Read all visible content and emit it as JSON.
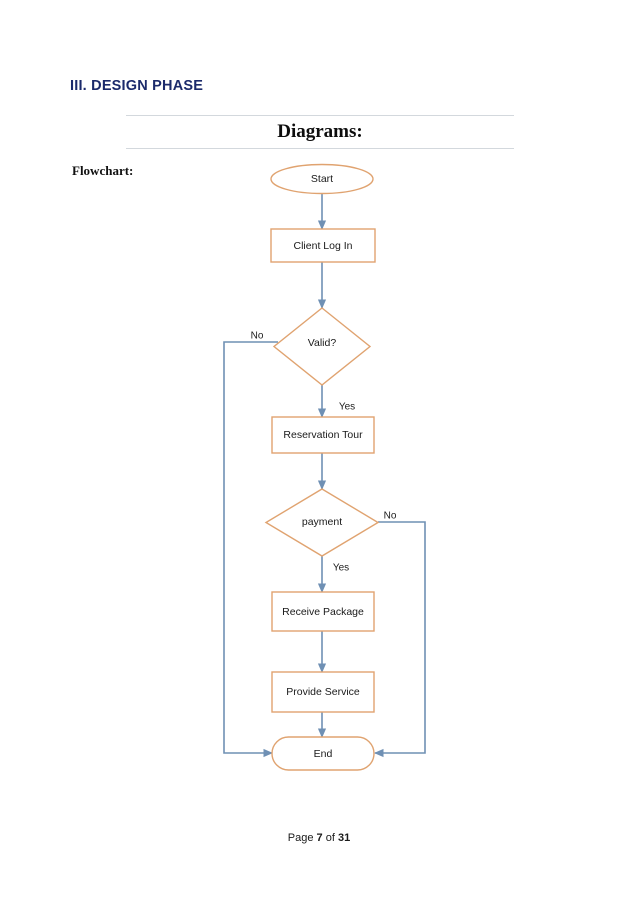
{
  "document": {
    "section_heading": "III. DESIGN PHASE",
    "banner_title": "Diagrams:",
    "figure_label": "Flowchart:",
    "footer": {
      "prefix": "Page ",
      "current_page": "7",
      "middle": " of ",
      "total_pages": "31"
    }
  },
  "colors": {
    "heading": "#1b2a6b",
    "shape_border": "#e0a370",
    "shape_fill": "#ffffff",
    "connector": "#6f90b4",
    "rule": "#d3d8dd",
    "text": "#1a1a1a"
  },
  "flowchart": {
    "title": "Flowchart",
    "nodes": [
      {
        "id": "start",
        "label": "Start",
        "shape": "ellipse"
      },
      {
        "id": "client-login",
        "label": "Client Log In",
        "shape": "rectangle"
      },
      {
        "id": "valid",
        "label": "Valid?",
        "shape": "diamond"
      },
      {
        "id": "reservation",
        "label": "Reservation Tour",
        "shape": "rectangle"
      },
      {
        "id": "payment",
        "label": "payment",
        "shape": "diamond"
      },
      {
        "id": "receive",
        "label": "Receive Package",
        "shape": "rectangle"
      },
      {
        "id": "provide",
        "label": "Provide Service",
        "shape": "rectangle"
      },
      {
        "id": "end",
        "label": "End",
        "shape": "stadium"
      }
    ],
    "edges": [
      {
        "id": "e-start-login",
        "from": "start",
        "to": "client-login",
        "label": ""
      },
      {
        "id": "e-login-valid",
        "from": "client-login",
        "to": "valid",
        "label": ""
      },
      {
        "id": "e-valid-no",
        "from": "valid",
        "to": "end",
        "label": "No"
      },
      {
        "id": "e-valid-yes",
        "from": "valid",
        "to": "reservation",
        "label": "Yes"
      },
      {
        "id": "e-reservation-pay",
        "from": "reservation",
        "to": "payment",
        "label": ""
      },
      {
        "id": "e-payment-no",
        "from": "payment",
        "to": "end",
        "label": "No"
      },
      {
        "id": "e-payment-yes",
        "from": "payment",
        "to": "receive",
        "label": "Yes"
      },
      {
        "id": "e-receive-provide",
        "from": "receive",
        "to": "provide",
        "label": ""
      },
      {
        "id": "e-provide-end",
        "from": "provide",
        "to": "end",
        "label": ""
      }
    ],
    "edge_labels": {
      "valid_no": "No",
      "valid_yes": "Yes",
      "payment_no": "No",
      "payment_yes": "Yes"
    }
  }
}
